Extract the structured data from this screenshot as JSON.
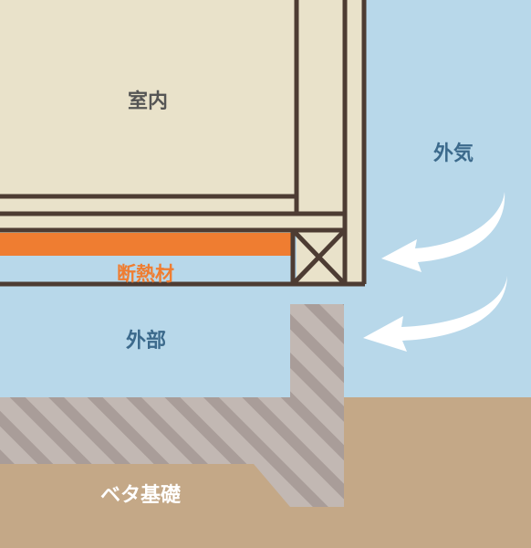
{
  "labels": {
    "room": "室内",
    "insulation": "断熱材",
    "exterior": "外部",
    "outside_air": "外気",
    "slab_foundation": "ベタ基礎"
  },
  "colors": {
    "sky": "#b8d8ea",
    "room": "#e9e2ca",
    "frame_line": "#4d3c33",
    "insulation": "#ef7d31",
    "soil": "#c4a887",
    "concrete": "#c2b8b3",
    "hatch": "#a99d99",
    "wind_arrow": "#ffffff"
  }
}
